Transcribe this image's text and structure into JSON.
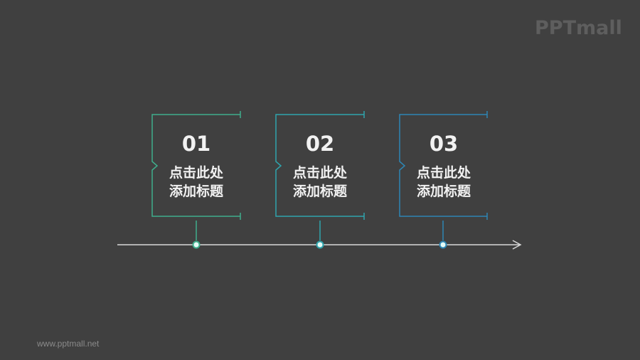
{
  "brand": {
    "logo": "PPTmall",
    "footer_url": "www.pptmall.net"
  },
  "colors": {
    "background": "#404040",
    "step1": "#3fae8c",
    "step2": "#2fa4ad",
    "step3": "#2e86b4",
    "axis": "#d9d9d9",
    "dot_fill": "#e6fbf6"
  },
  "steps": [
    {
      "number": "01",
      "title_line1": "点击此处",
      "title_line2": "添加标题"
    },
    {
      "number": "02",
      "title_line1": "点击此处",
      "title_line2": "添加标题"
    },
    {
      "number": "03",
      "title_line1": "点击此处",
      "title_line2": "添加标题"
    }
  ]
}
